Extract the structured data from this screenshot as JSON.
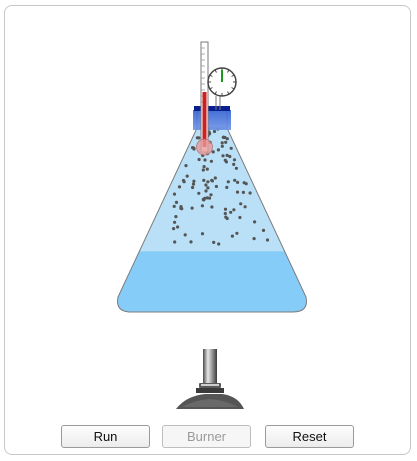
{
  "controls": {
    "run_label": "Run",
    "burner_label": "Burner",
    "burner_enabled": false,
    "reset_label": "Reset"
  },
  "simulation": {
    "gas_particle_count": 110,
    "liquid_level_fraction": 0.33
  },
  "colors": {
    "gas": "#b9e0f7",
    "liquid": "#86ccf8",
    "stopper": "#3f6fd6",
    "stopper_top": "#0a1f8f",
    "particle": "#555555",
    "thermometer_fluid": "#cc1f1f",
    "gauge_needle": "#1a9a1a"
  }
}
